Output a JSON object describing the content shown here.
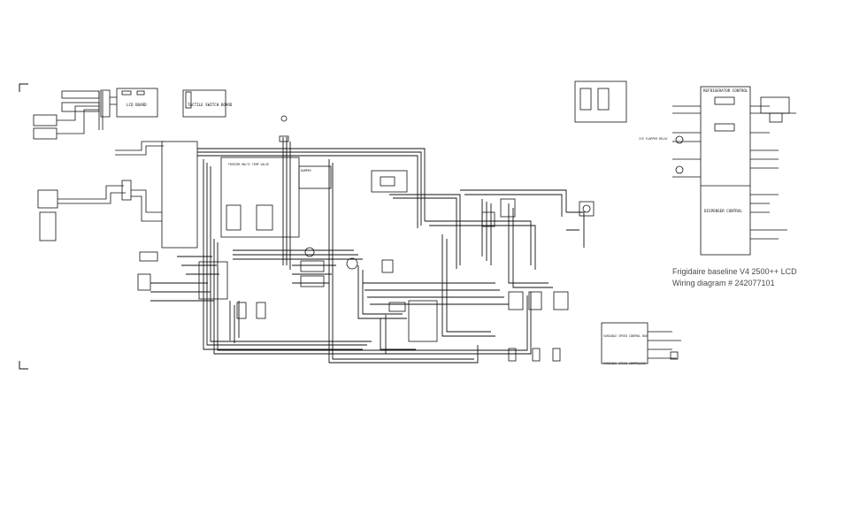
{
  "caption": {
    "line1": "Frigidaire baseline V4 2500++ LCD",
    "line2": "Wiring diagram # 242077101"
  },
  "components": {
    "lcd_board": "LCD BOARD",
    "tactile_switch_board": "TACTILE SWITCH BOARD",
    "refrigerator_control": "REFRIGERATOR CONTROL",
    "dispenser_control": "DISPENSER CONTROL",
    "ice_flapper_relay": "ICE FLAPPER RELAY",
    "variable_speed_compressor": "VARIABLE SPEED COMPRESSOR",
    "variable_speed_control_box": "VARIABLE SPEED CONTROL BOX",
    "freezer_multi_temp": "FREEZER MULTI TEMP VALVE",
    "damper": "DAMPER"
  },
  "colors": {
    "line": "#111111",
    "caption": "#4a4a4a",
    "background": "#ffffff"
  }
}
